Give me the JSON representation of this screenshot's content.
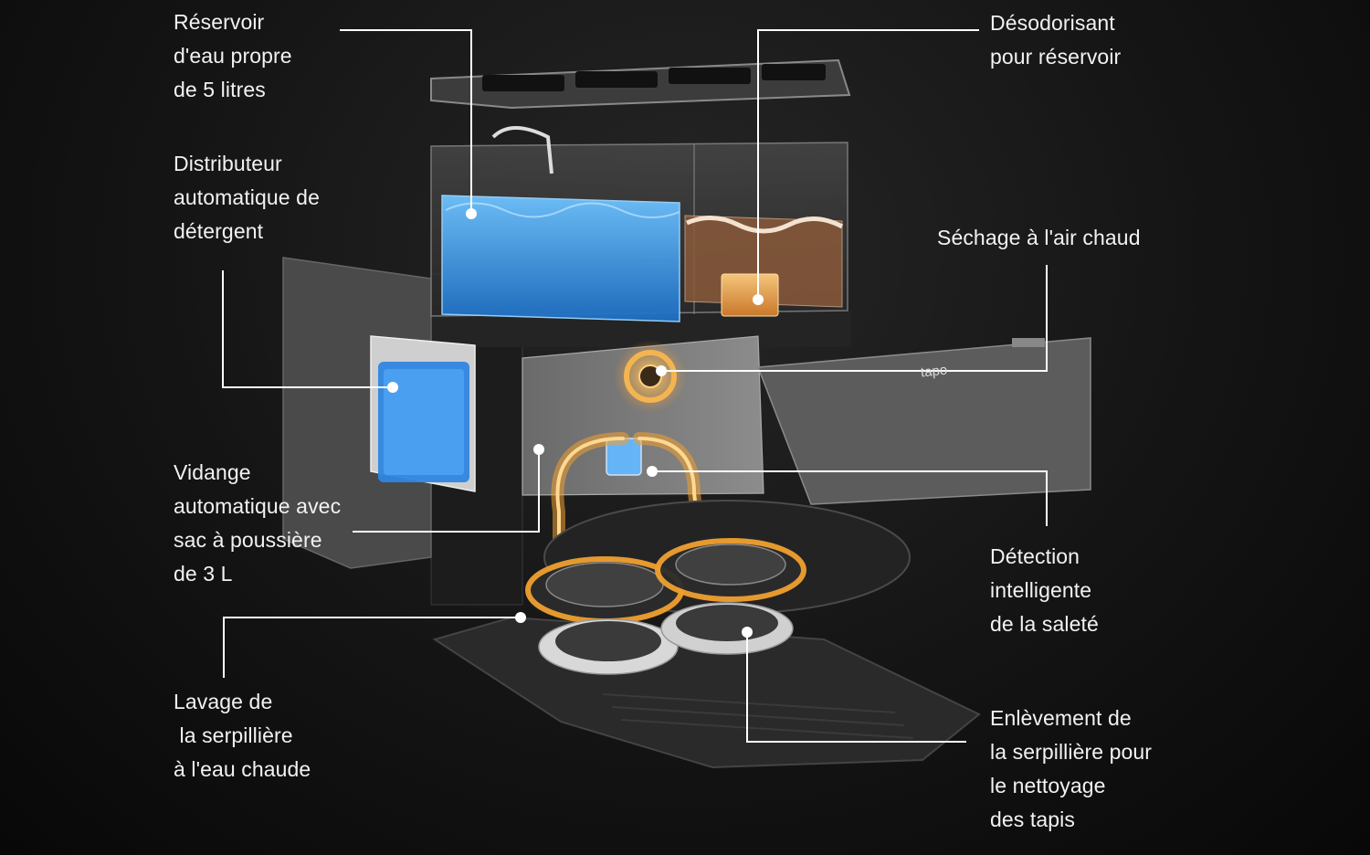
{
  "brand": "tapo",
  "colors": {
    "background": "#111111",
    "callout_line": "#ffffff",
    "water_tank": "#3a9be6",
    "deodorizer": "#e8a44a",
    "hot_air_flow": "#f0a030"
  },
  "callouts": {
    "reservoir": [
      "Réservoir",
      "d'eau propre",
      "de 5 litres"
    ],
    "detergent": [
      "Distributeur",
      "automatique de",
      "détergent"
    ],
    "vidange": [
      "Vidange",
      "automatique avec",
      "sac à poussière",
      "de 3 L"
    ],
    "lavage": [
      "Lavage de",
      " la serpillière",
      "à l'eau chaude"
    ],
    "desodorisant": [
      "Désodorisant",
      "pour réservoir"
    ],
    "sechage": [
      "Séchage à l'air chaud"
    ],
    "detection": [
      "Détection",
      "intelligente",
      "de la saleté"
    ],
    "enlevement": [
      "Enlèvement de",
      "la serpillière pour",
      "le nettoyage",
      "des tapis"
    ]
  }
}
